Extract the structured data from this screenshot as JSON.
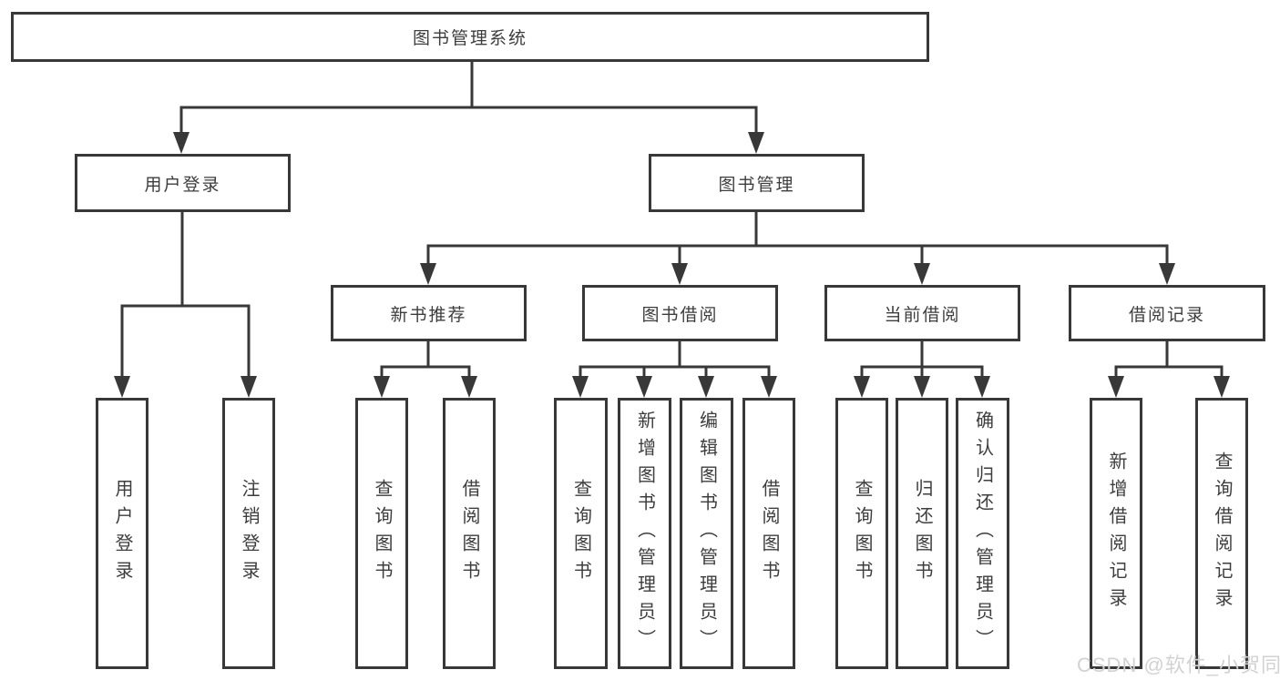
{
  "nodes": {
    "root": "图书管理系统",
    "level2": {
      "user_login": "用户登录",
      "book_management": "图书管理"
    },
    "level3": {
      "new_book_recommend": "新书推荐",
      "book_borrowing": "图书借阅",
      "current_borrowing": "当前借阅",
      "borrowing_records": "借阅记录"
    },
    "leaves": {
      "user_login": [
        "用户登录",
        "注销登录"
      ],
      "new_book_recommend": [
        "查询图书",
        "借阅图书"
      ],
      "book_borrowing": [
        "查询图书",
        "新增图书（管理员）",
        "编辑图书（管理员）",
        "借阅图书"
      ],
      "current_borrowing": [
        "查询图书",
        "归还图书",
        "确认归还（管理员）"
      ],
      "borrowing_records": [
        "新增借阅记录",
        "查询借阅记录"
      ]
    }
  },
  "watermark": "CSDN @软件_小贺同学",
  "colors": {
    "line": "#383838",
    "text": "#3d3d3d",
    "background": "#ffffff",
    "watermark": "#d2d2d2"
  }
}
